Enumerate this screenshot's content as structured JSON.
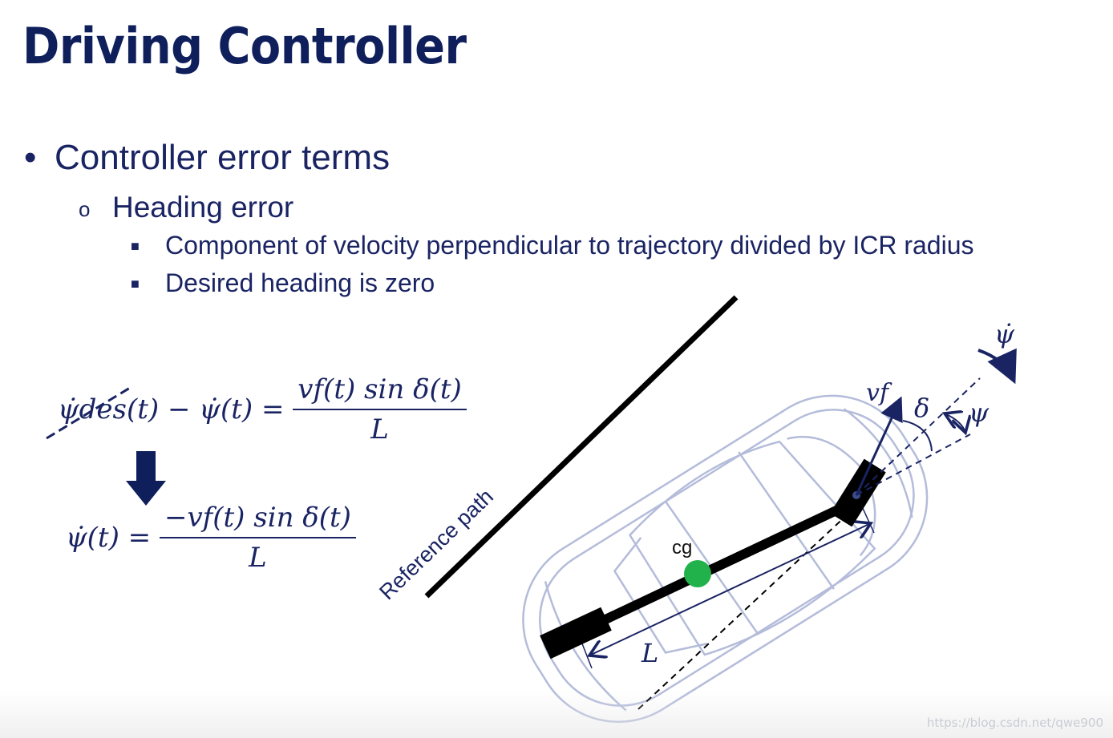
{
  "slide": {
    "title": "Driving Controller",
    "bullet_main": "Controller error terms",
    "bullet_sub": "Heading error",
    "bullet_details": [
      "Component of velocity perpendicular to trajectory divided by ICR radius",
      "Desired heading is zero"
    ]
  },
  "equations": {
    "eq1_lhs": "ψ̇des(t) − ψ̇(t) =",
    "eq1_num": "vf(t) sin δ(t)",
    "eq1_den": "L",
    "eq2_lhs": "ψ̇(t) =",
    "eq2_num": "−vf(t) sin δ(t)",
    "eq2_den": "L"
  },
  "diagram": {
    "reference_label": "Reference path",
    "cg_label": "cg",
    "wheelbase_label": "L",
    "velocity_label": "vf",
    "steer_label": "δ",
    "heading_label": "ψ",
    "yaw_rate_label": "ψ̇"
  },
  "colors": {
    "title": "#0f1f5c",
    "text": "#1a2463",
    "cg": "#22b24c",
    "vehicle_outline": "#b4bcda"
  },
  "watermark": "https://blog.csdn.net/qwe900"
}
